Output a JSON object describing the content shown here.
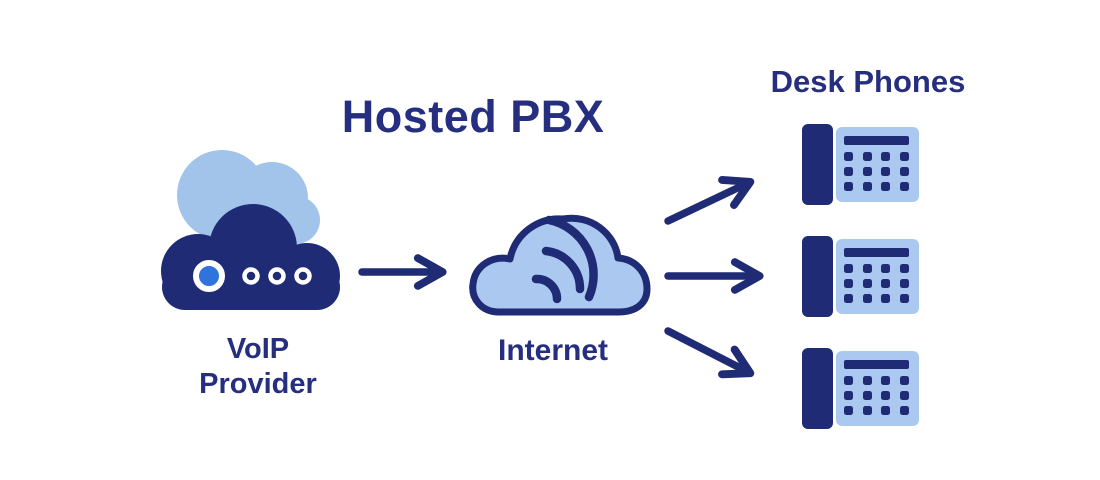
{
  "title": "Hosted PBX",
  "diagram": {
    "voip_provider": {
      "label_line1": "VoIP",
      "label_line2": "Provider"
    },
    "internet": {
      "label": "Internet"
    },
    "desk_phones": {
      "label": "Desk Phones",
      "phone_count": 3
    }
  },
  "icons": {
    "voip_provider": "cloud-server-icon",
    "internet": "cloud-wifi-icon",
    "desk_phone": "desk-phone-icon",
    "connections": "arrow-icons"
  },
  "colors": {
    "background": "#ffffff",
    "navy": "#1f2b74",
    "text_navy": "#262e80",
    "light_blue": "#abc9f0",
    "back_cloud_blue": "#a2c4ea",
    "bright_blue": "#2e74dc"
  }
}
